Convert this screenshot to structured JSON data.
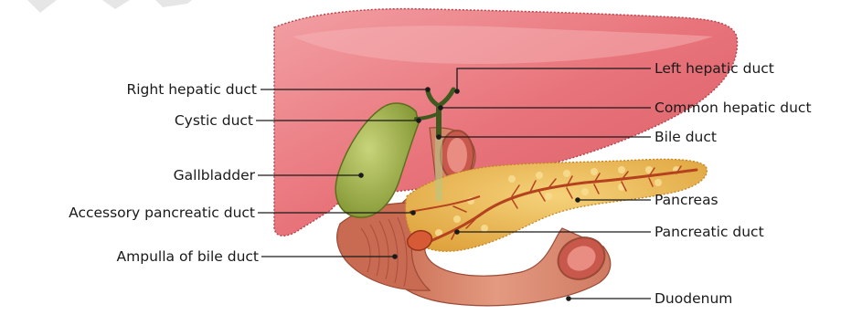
{
  "labels": {
    "left": {
      "right_hepatic_duct": "Right hepatic duct",
      "cystic_duct": "Cystic duct",
      "gallbladder": "Gallbladder",
      "accessory_pancreatic_duct": "Accessory pancreatic duct",
      "ampulla_of_bile_duct": "Ampulla of bile duct"
    },
    "right": {
      "left_hepatic_duct": "Left hepatic duct",
      "common_hepatic_duct": "Common hepatic duct",
      "bile_duct": "Bile duct",
      "pancreas": "Pancreas",
      "pancreatic_duct": "Pancreatic duct",
      "duodenum": "Duodenum"
    }
  },
  "colors": {
    "liver": "#e8737a",
    "liver_light": "#f6b3b6",
    "gallbladder": "#9fb24d",
    "pancreas": "#e9b24a",
    "duodenum": "#d98a6e",
    "duct": "#3f5a1e"
  }
}
